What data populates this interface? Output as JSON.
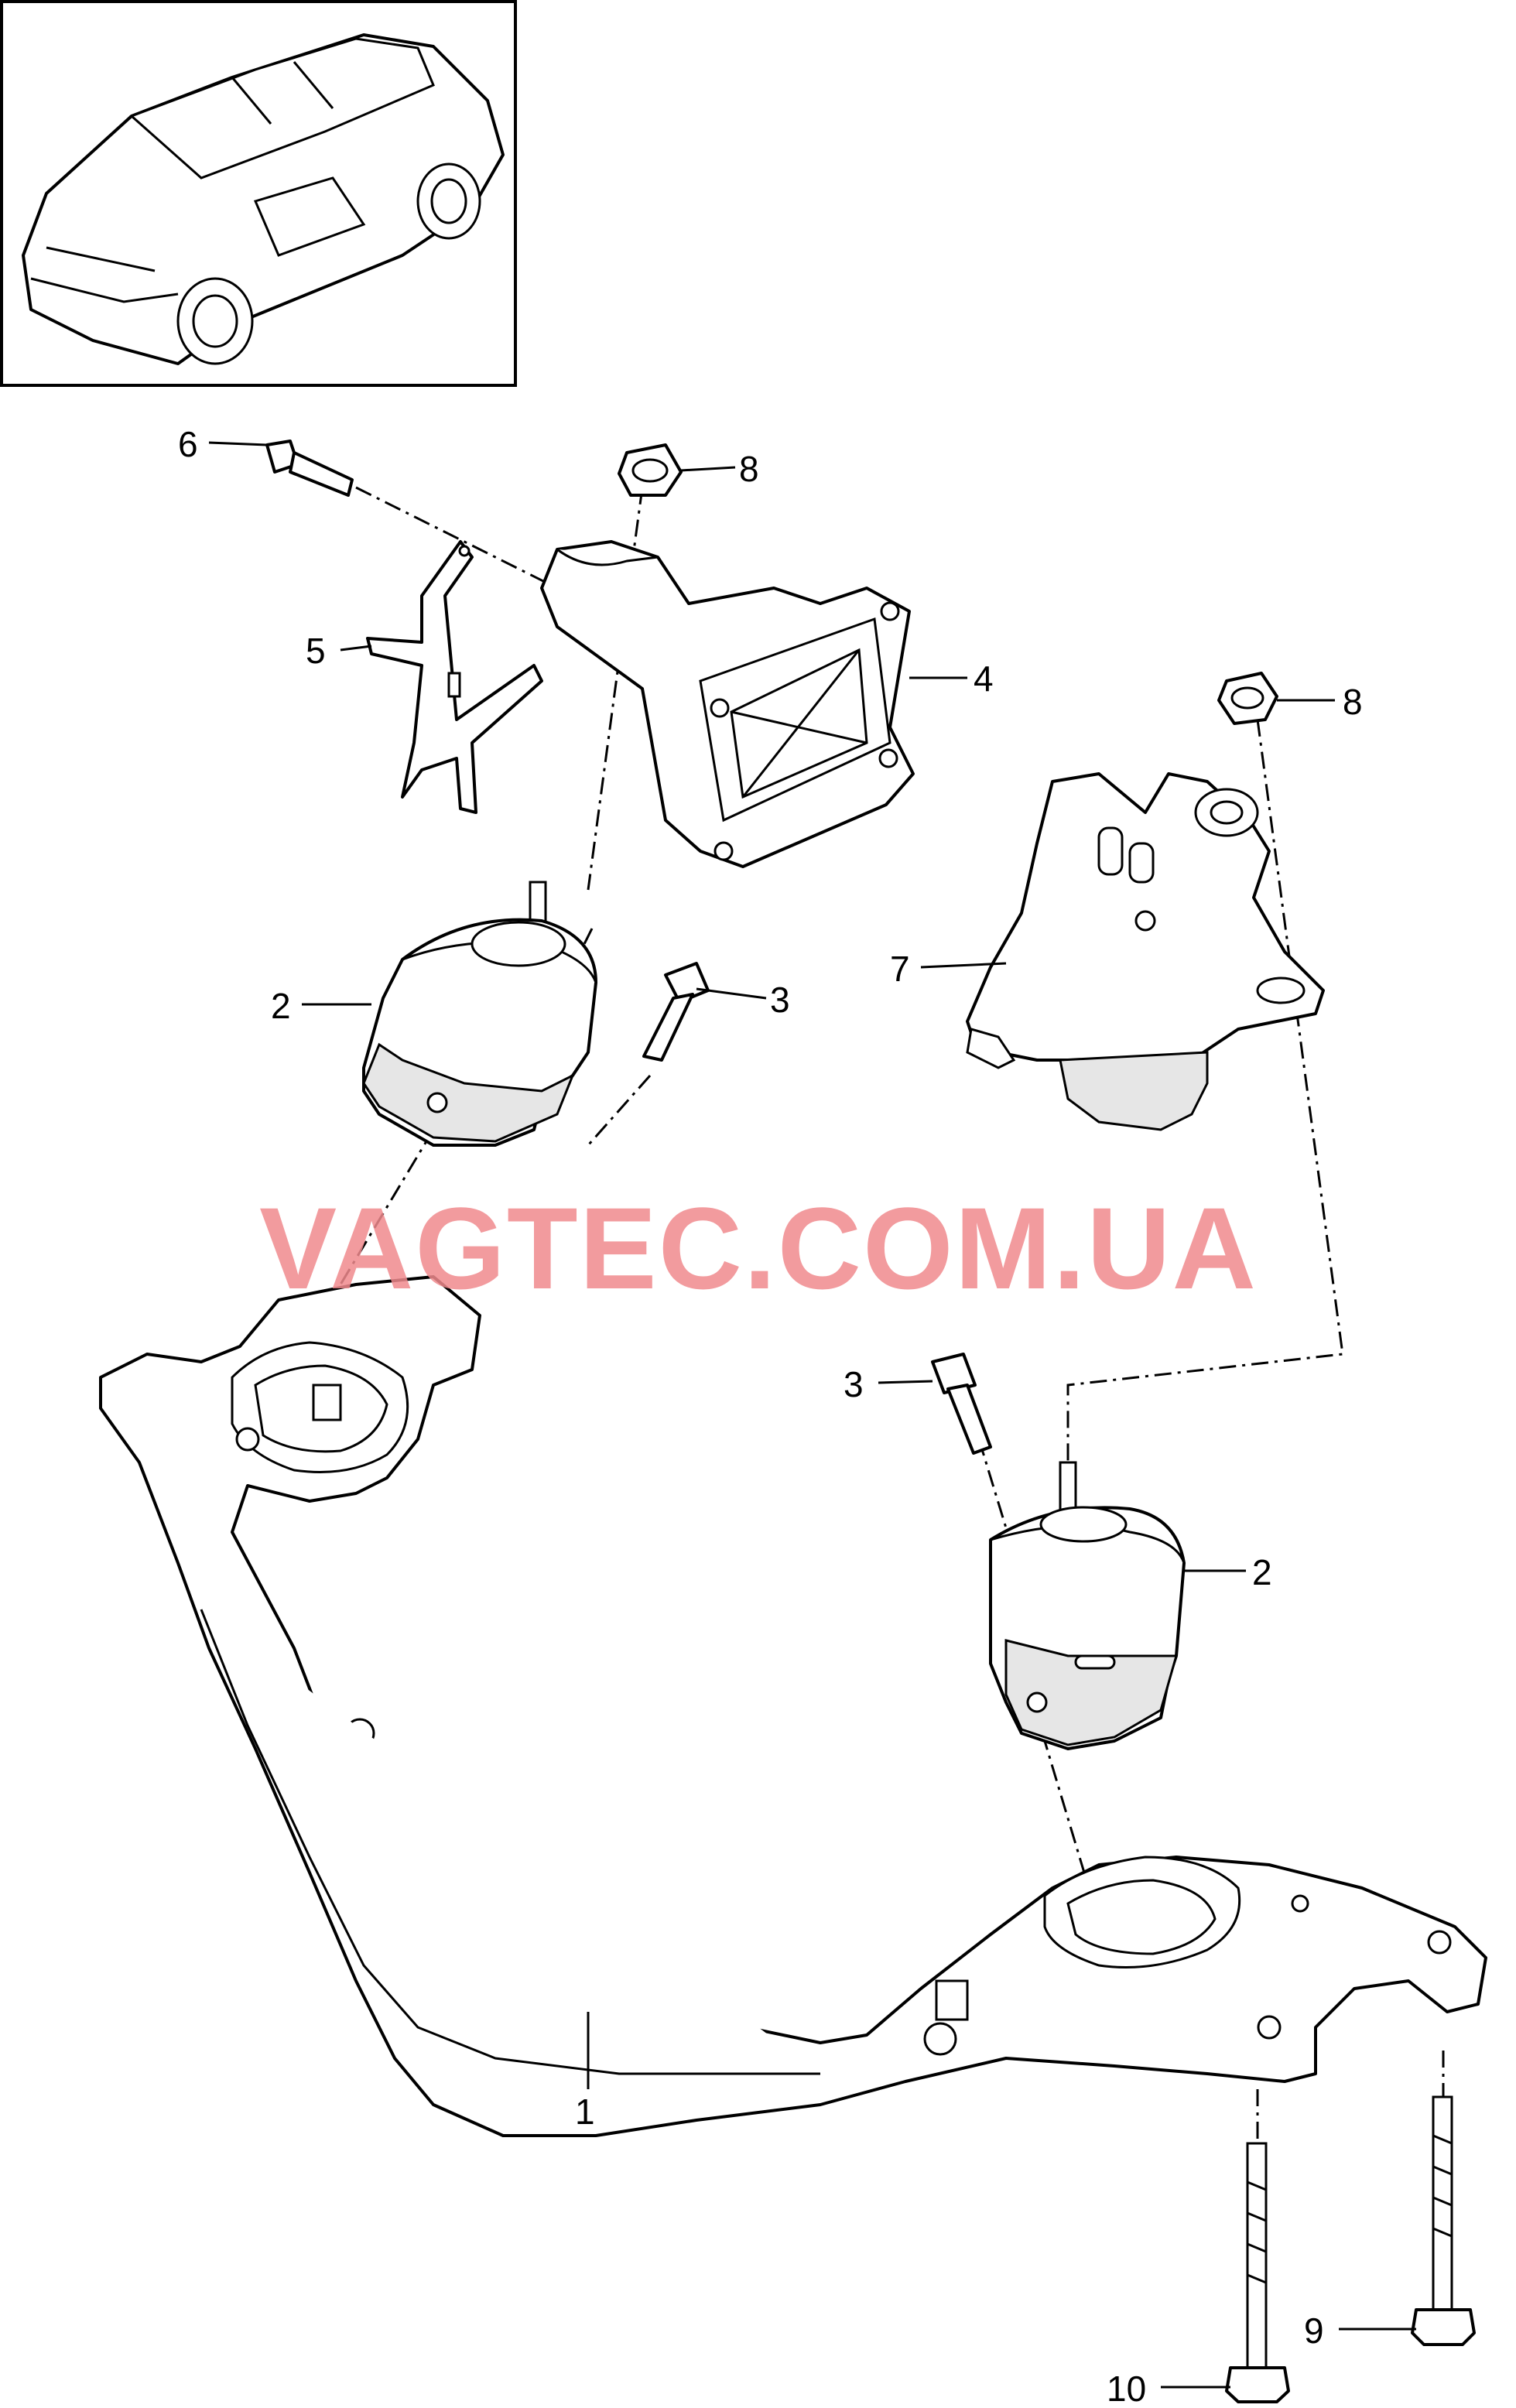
{
  "thumbnail": {
    "description_icon": "car-thumbnail-icon"
  },
  "watermark": "VAGTEC.COM.UA",
  "callouts": [
    {
      "id": "c6",
      "number": "6"
    },
    {
      "id": "c8a",
      "number": "8"
    },
    {
      "id": "c5",
      "number": "5"
    },
    {
      "id": "c4",
      "number": "4"
    },
    {
      "id": "c8b",
      "number": "8"
    },
    {
      "id": "c7",
      "number": "7"
    },
    {
      "id": "c2a",
      "number": "2"
    },
    {
      "id": "c3a",
      "number": "3"
    },
    {
      "id": "c3b",
      "number": "3"
    },
    {
      "id": "c2b",
      "number": "2"
    },
    {
      "id": "c1",
      "number": "1"
    },
    {
      "id": "c9",
      "number": "9"
    },
    {
      "id": "c10",
      "number": "10"
    }
  ]
}
